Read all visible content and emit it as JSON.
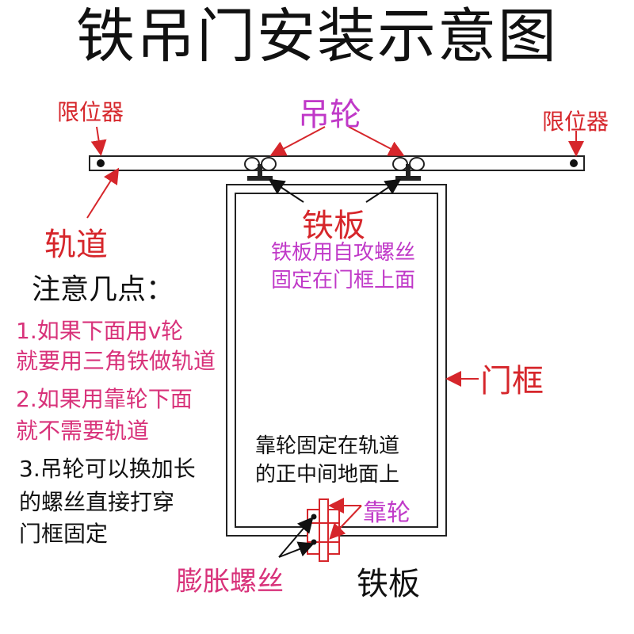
{
  "title": "铁吊门安装示意图",
  "labels": {
    "limiter_left": "限位器",
    "limiter_right": "限位器",
    "hanging_wheel": "吊轮",
    "track": "轨道",
    "iron_plate_top": "铁板",
    "iron_plate_note_1": "铁板用自攻螺丝",
    "iron_plate_note_2": "固定在门框上面",
    "door_frame": "门框",
    "guide_wheel_note_1": "靠轮固定在轨道",
    "guide_wheel_note_2": "的正中间地面上",
    "guide_wheel": "靠轮",
    "expansion_screw": "膨胀螺丝",
    "iron_plate_bottom": "铁板"
  },
  "notes": {
    "heading": "注意几点：",
    "item1_line1": "1.如果下面用v轮",
    "item1_line2": "就要用三角铁做轨道",
    "item2_line1": "2.如果用靠轮下面",
    "item2_line2": "就不需要轨道",
    "item3_line1": "3.吊轮可以换加长",
    "item3_line2": "的螺丝直接打穿",
    "item3_line3": "门框固定"
  },
  "colors": {
    "red": "#d6262b",
    "magenta": "#c039c8",
    "pink": "#d8327a",
    "black": "#111111"
  }
}
